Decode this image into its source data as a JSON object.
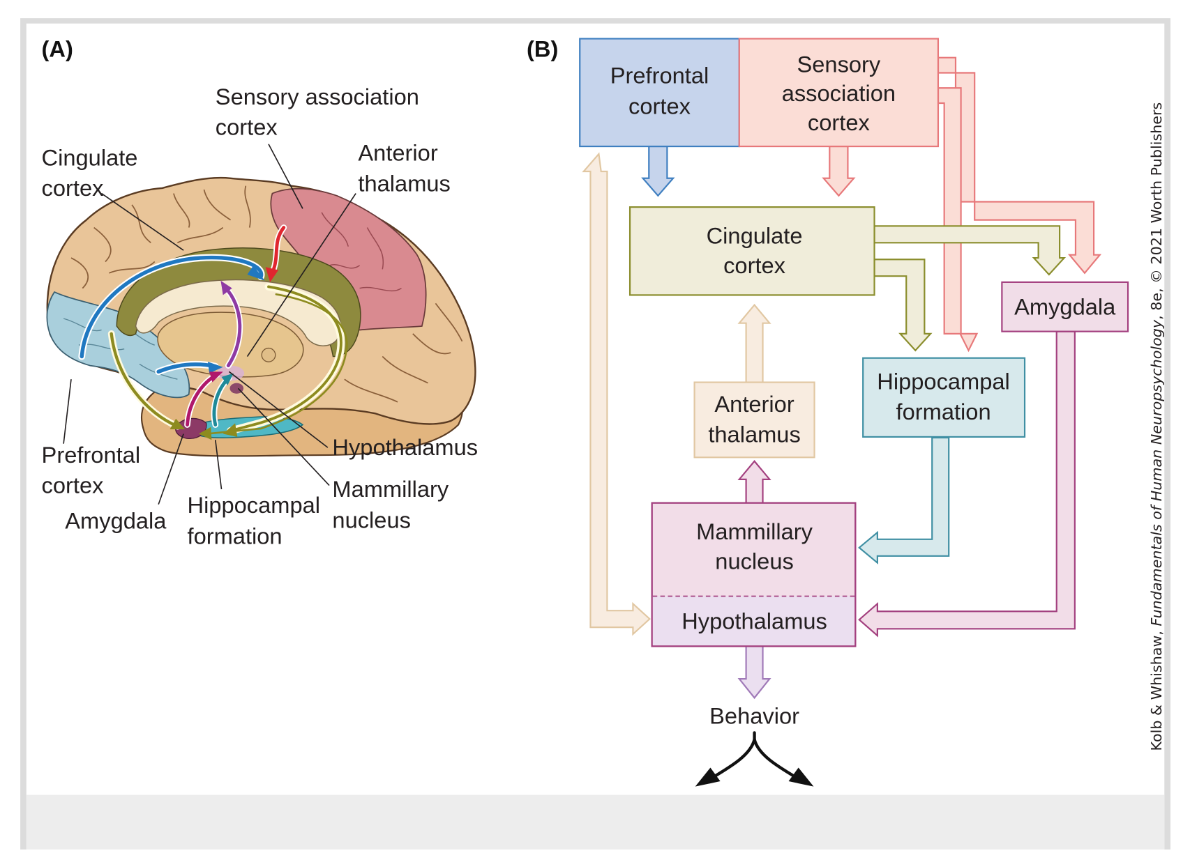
{
  "figure": {
    "panel_a_label": "(A)",
    "panel_b_label": "(B)",
    "credit": {
      "authors": "Kolb & Whishaw, ",
      "title": "Fundamentals of Human Neuropsychology",
      "edition": ", 8e, © 2021 Worth Publishers"
    }
  },
  "panel_a": {
    "labels": {
      "sensory_1": "Sensory association",
      "sensory_2": "cortex",
      "cingulate_1": "Cingulate",
      "cingulate_2": "cortex",
      "anterior_1": "Anterior",
      "anterior_2": "thalamus",
      "prefrontal_1": "Prefrontal",
      "prefrontal_2": "cortex",
      "amygdala": "Amygdala",
      "hippocampal_1": "Hippocampal",
      "hippocampal_2": "formation",
      "hypothalamus": "Hypothalamus",
      "mammillary_1": "Mammillary",
      "mammillary_2": "nucleus"
    },
    "region_colors": {
      "cortex": "#e8c497",
      "prefrontal": "#a9cfdc",
      "sensory": "#d88a8f",
      "cingulate": "#8e8a3e",
      "callosum": "#f6ead0",
      "hippocampal": "#4fb8c5",
      "amygdala": "#8c3a66"
    },
    "arrow_colors": {
      "prefrontal": "#1f78c1",
      "sensory": "#e0262f",
      "cingulate": "#8d8b1f",
      "hypothalamus": "#8e3aa3",
      "amygdala": "#b0186b",
      "hippocampal": "#1f8a99"
    }
  },
  "panel_b": {
    "nodes": {
      "prefrontal": {
        "line1": "Prefrontal",
        "line2": "cortex",
        "fill": "#c6d4ec",
        "stroke": "#3f7fc0"
      },
      "sensory": {
        "line1": "Sensory",
        "line2": "association",
        "line3": "cortex",
        "fill": "#fbddd6",
        "stroke": "#e7787a"
      },
      "cingulate": {
        "line1": "Cingulate",
        "line2": "cortex",
        "fill": "#f0edda",
        "stroke": "#8a8d2c"
      },
      "amygdala": {
        "line1": "Amygdala",
        "fill": "#f1dde8",
        "stroke": "#a3407f"
      },
      "anterior": {
        "line1": "Anterior",
        "line2": "thalamus",
        "fill": "#f8ece0",
        "stroke": "#e1c7a2"
      },
      "hippocampal": {
        "line1": "Hippocampal",
        "line2": "formation",
        "fill": "#d7e9ec",
        "stroke": "#3f8fa3"
      },
      "mammillary": {
        "line1": "Mammillary",
        "line2": "nucleus",
        "fill": "#f2dde8",
        "stroke": "#a3407f"
      },
      "hypothalamus": {
        "line1": "Hypothalamus",
        "fill": "#ebdff0",
        "stroke": "#a3407f"
      },
      "behavior": {
        "line1": "Behavior"
      }
    },
    "edges": [
      {
        "from": "Prefrontal cortex",
        "to": "Cingulate cortex",
        "color": "#3f7fc0"
      },
      {
        "from": "Sensory association cortex",
        "to": "Cingulate cortex",
        "color": "#e7787a"
      },
      {
        "from": "Sensory association cortex",
        "to": "Hippocampal formation",
        "color": "#e7787a"
      },
      {
        "from": "Sensory association cortex",
        "to": "Amygdala",
        "color": "#e7787a"
      },
      {
        "from": "Cingulate cortex",
        "to": "Amygdala",
        "color": "#8a8d2c"
      },
      {
        "from": "Cingulate cortex",
        "to": "Hippocampal formation",
        "color": "#8a8d2c"
      },
      {
        "from": "Anterior thalamus",
        "to": "Cingulate cortex",
        "color": "#e1c7a2"
      },
      {
        "from": "Mammillary nucleus",
        "to": "Anterior thalamus",
        "color": "#a3407f"
      },
      {
        "from": "Hippocampal formation",
        "to": "Mammillary nucleus",
        "color": "#3f8fa3"
      },
      {
        "from": "Amygdala",
        "to": "Hypothalamus",
        "color": "#a3407f"
      },
      {
        "from": "Prefrontal cortex",
        "to": "Hypothalamus",
        "color": "#e1c7a2",
        "bidirectional": true
      },
      {
        "from": "Hypothalamus",
        "to": "Behavior",
        "color": "#a07ab8"
      }
    ]
  }
}
